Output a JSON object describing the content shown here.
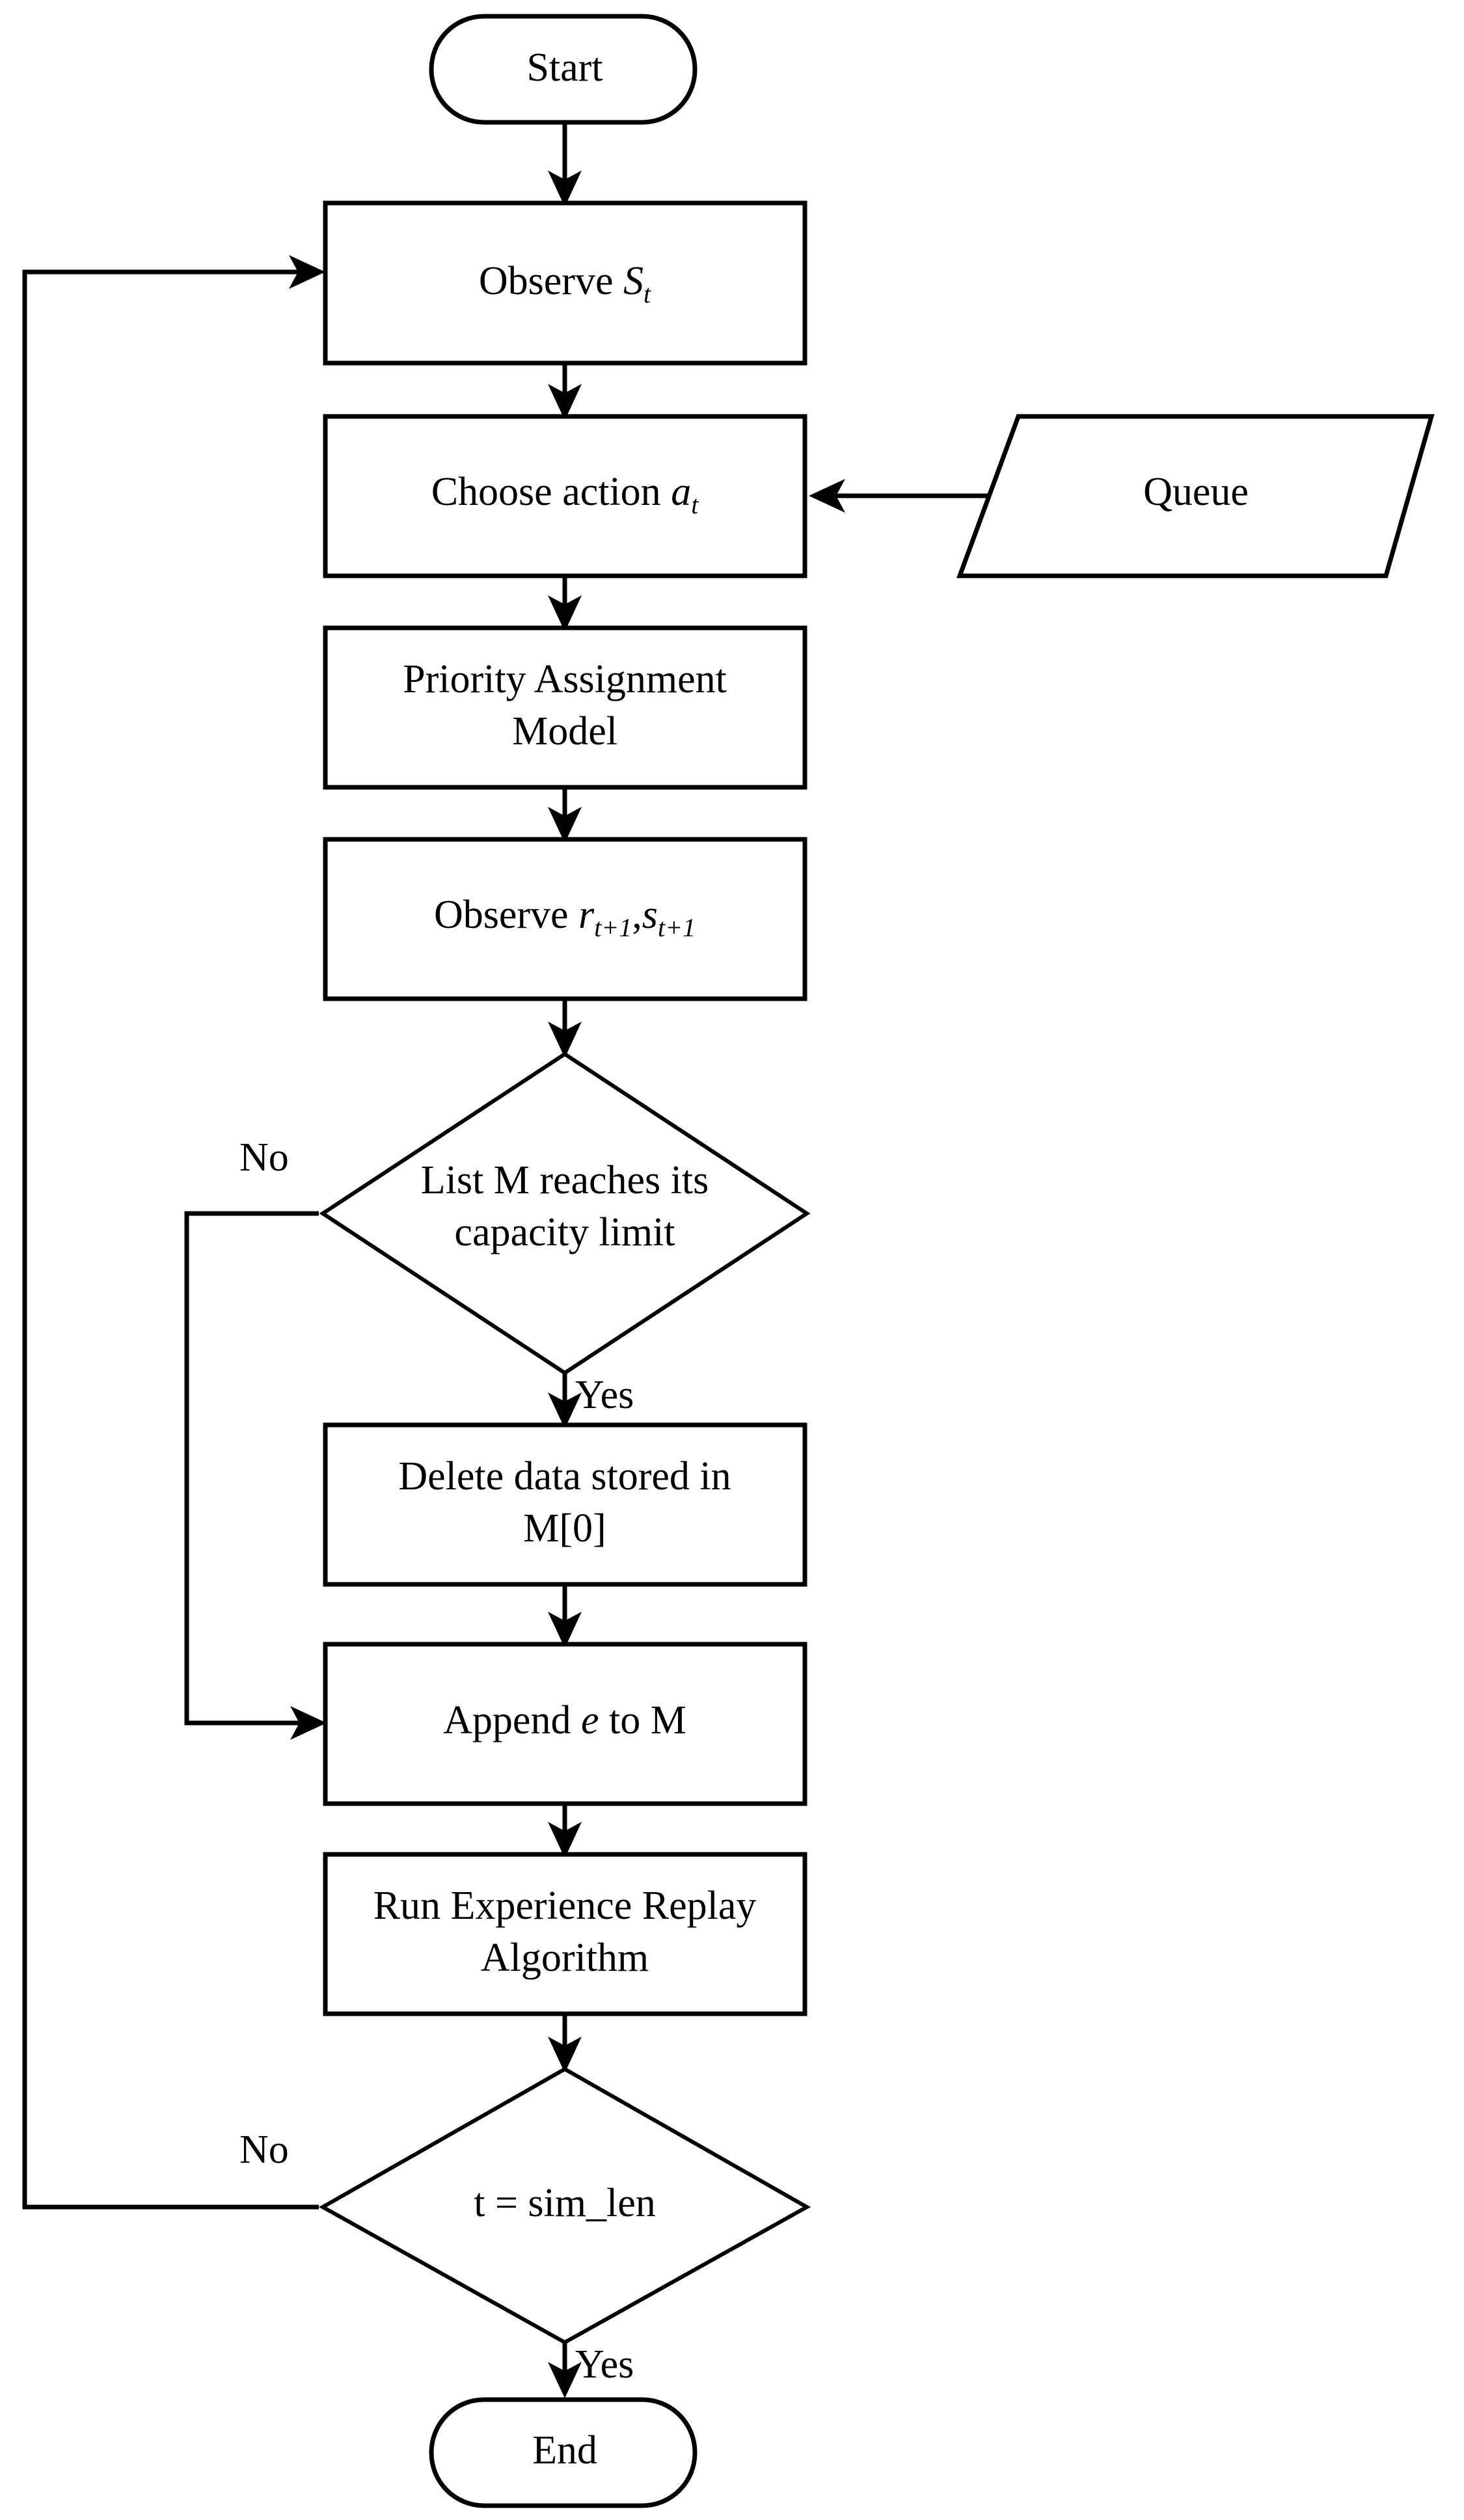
{
  "diagram": {
    "title": "Reinforcement Learning Priority Assignment Flowchart",
    "background_color": "#ffffff",
    "stroke_color": "#000000",
    "nodes": {
      "start": {
        "label": "Start",
        "shape": "terminator"
      },
      "observe_state": {
        "label_prefix": "Observe ",
        "symbol": "S",
        "subscript": "t",
        "shape": "process"
      },
      "choose_action": {
        "label_prefix": "Choose  action ",
        "symbol": "a",
        "subscript": "t",
        "shape": "process"
      },
      "priority_model": {
        "line1": "Priority Assignment",
        "line2": "Model",
        "shape": "process"
      },
      "observe_reward": {
        "label_prefix": "Observe ",
        "symbol1": "r",
        "subscript1": "t+1",
        "separator": ",",
        "symbol2": "s",
        "subscript2": "t+1",
        "shape": "process"
      },
      "queue": {
        "label": "Queue",
        "shape": "parallelogram-data"
      },
      "capacity_decision": {
        "line1": "List M reaches its",
        "line2": "capacity limit",
        "shape": "decision"
      },
      "delete_data": {
        "line1": "Delete data stored in",
        "line2": "M[0]",
        "shape": "process"
      },
      "append_e": {
        "label_prefix": "Append ",
        "symbol": "e",
        "label_suffix": " to M",
        "shape": "process"
      },
      "run_replay": {
        "line1": "Run Experience Replay",
        "line2": "Algorithm",
        "shape": "process"
      },
      "sim_len_decision": {
        "label": "t = sim_len",
        "shape": "decision"
      },
      "end": {
        "label": "End",
        "shape": "terminator"
      }
    },
    "edge_labels": {
      "capacity_no": "No",
      "capacity_yes": "Yes",
      "sim_len_no": "No",
      "sim_len_yes": "Yes"
    }
  }
}
